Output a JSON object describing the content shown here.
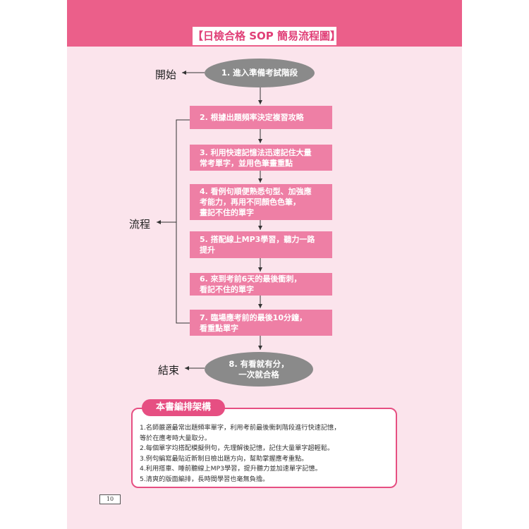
{
  "header": {
    "title": "【日檢合格 SOP 簡易流程圖】"
  },
  "side_labels": {
    "start": "開始",
    "process": "流程",
    "end": "結束"
  },
  "flow": {
    "start_step": "1. 進入準備考試階段",
    "steps": [
      "2. 根據出題頻率決定複習攻略",
      "3. 利用快速記憶法迅速記住大量\n常考單字，並用色筆畫重點",
      "4. 看例句順便熟悉句型、加強應\n考能力，再用不同顏色色筆，\n畫記不住的單字",
      "5. 搭配線上MP3學習，聽力一路\n提升",
      "6. 來到考前6天的最後衝刺，\n看記不住的單字",
      "7. 臨場應考前的最後10分鐘，\n看重點單字"
    ],
    "end_step": "8. 有看就有分，\n一次就合格"
  },
  "book_structure": {
    "title": "本書編排架構",
    "items": [
      "1.名師嚴選最常出題頻率單字，利用考前最後衝刺階段進行快速記憶，\n   等於在應考時大量取分。",
      "2.每個單字均搭配模擬例句，先理解後記憶，記住大量單字超輕鬆。",
      "3.例句編寫最貼近新制日檢出題方向，幫助掌握應考重點。",
      "4.利用搭車、睡前聽線上MP3學習，提升聽力並加速單字記憶。",
      "5.清爽的版面編排，長時間學習也毫無負擔。"
    ]
  },
  "page_number": "10",
  "colors": {
    "band": "#eb5f8a",
    "step_fill": "#ee7fa5",
    "oval_fill": "#8a8a8a",
    "page_bg": "#fbe4ec"
  }
}
